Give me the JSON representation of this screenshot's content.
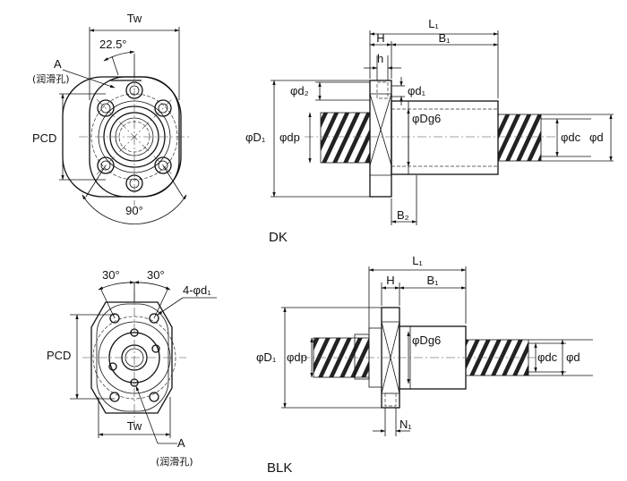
{
  "dk": {
    "caption": "DK",
    "front": {
      "tw": "Tw",
      "angle": "22.5°",
      "a": "A",
      "a_note": "(润滑孔)",
      "pcd": "PCD",
      "bottom_angle": "90°"
    },
    "side": {
      "l1": "L₁",
      "h": "H",
      "b1": "B₁",
      "h_small": "h",
      "d2": "φd₂",
      "d1": "φd₁",
      "dg6": "φDg6",
      "D1": "φD₁",
      "dp": "φdp",
      "dc": "φdc",
      "d": "φd",
      "b2": "B₂"
    }
  },
  "blk": {
    "caption": "BLK",
    "front": {
      "angle_left": "30°",
      "angle_right": "30°",
      "holes": "4-φd₁",
      "pcd": "PCD",
      "tw": "Tw",
      "a": "A",
      "a_note": "(润滑孔)"
    },
    "side": {
      "l1": "L₁",
      "h": "H",
      "b1": "B₁",
      "dg6": "φDg6",
      "D1": "φD₁",
      "dp": "φdp",
      "dc": "φdc",
      "d": "φd",
      "n1": "N₁"
    }
  },
  "colors": {
    "line": "#111111",
    "fill": "#ffffff"
  }
}
